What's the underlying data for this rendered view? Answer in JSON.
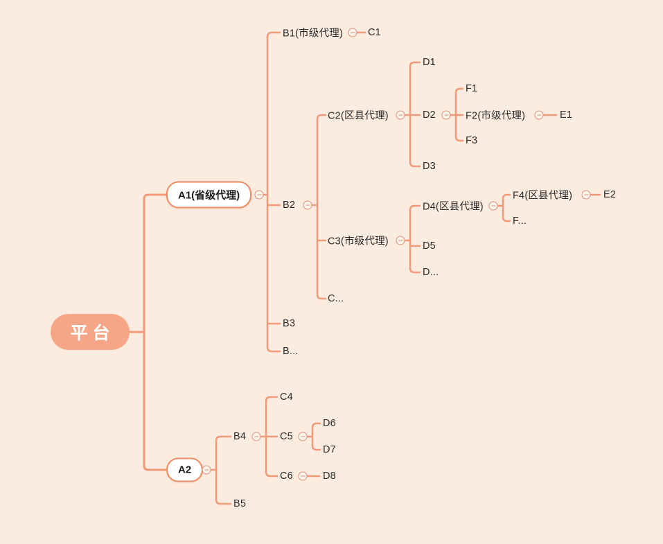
{
  "canvas": {
    "background": "#fcecdf",
    "line_color": "#f19a7b",
    "root_fill": "#f6a687",
    "node_border": "#ef8a63",
    "text_color": "#2b2b2b",
    "collapse_icon_color": "#d8917c"
  },
  "root": {
    "label": "平台"
  },
  "nodes": {
    "a1": "A1(省级代理)",
    "a2": "A2",
    "b1": "B1(市级代理)",
    "b2": "B2",
    "b3": "B3",
    "b_more": "B...",
    "b4": "B4",
    "b5": "B5",
    "c1": "C1",
    "c2": "C2(区县代理)",
    "c3": "C3(市级代理)",
    "c_more": "C...",
    "c4": "C4",
    "c5": "C5",
    "c6": "C6",
    "d1": "D1",
    "d2": "D2",
    "d3": "D3",
    "d4": "D4(区县代理)",
    "d5": "D5",
    "d_more": "D...",
    "d6": "D6",
    "d7": "D7",
    "d8": "D8",
    "f1": "F1",
    "f2": "F2(市级代理)",
    "f3": "F3",
    "f4": "F4(区县代理)",
    "f_more": "F...",
    "e1": "E1",
    "e2": "E2"
  },
  "hierarchy": {
    "平台": {
      "A1(省级代理)": {
        "B1(市级代理)": [
          "C1"
        ],
        "B2": {
          "C2(区县代理)": {
            "D1": [],
            "D2": {
              "F1": [],
              "F2(市级代理)": [
                "E1"
              ],
              "F3": []
            },
            "D3": []
          },
          "C3(市级代理)": {
            "D4(区县代理)": {
              "F4(区县代理)": [
                "E2"
              ],
              "F...": []
            },
            "D5": [],
            "D...": []
          },
          "C...": []
        },
        "B3": [],
        "B...": []
      },
      "A2": {
        "B4": {
          "C4": [],
          "C5": [
            "D6",
            "D7"
          ],
          "C6": [
            "D8"
          ]
        },
        "B5": []
      }
    }
  }
}
